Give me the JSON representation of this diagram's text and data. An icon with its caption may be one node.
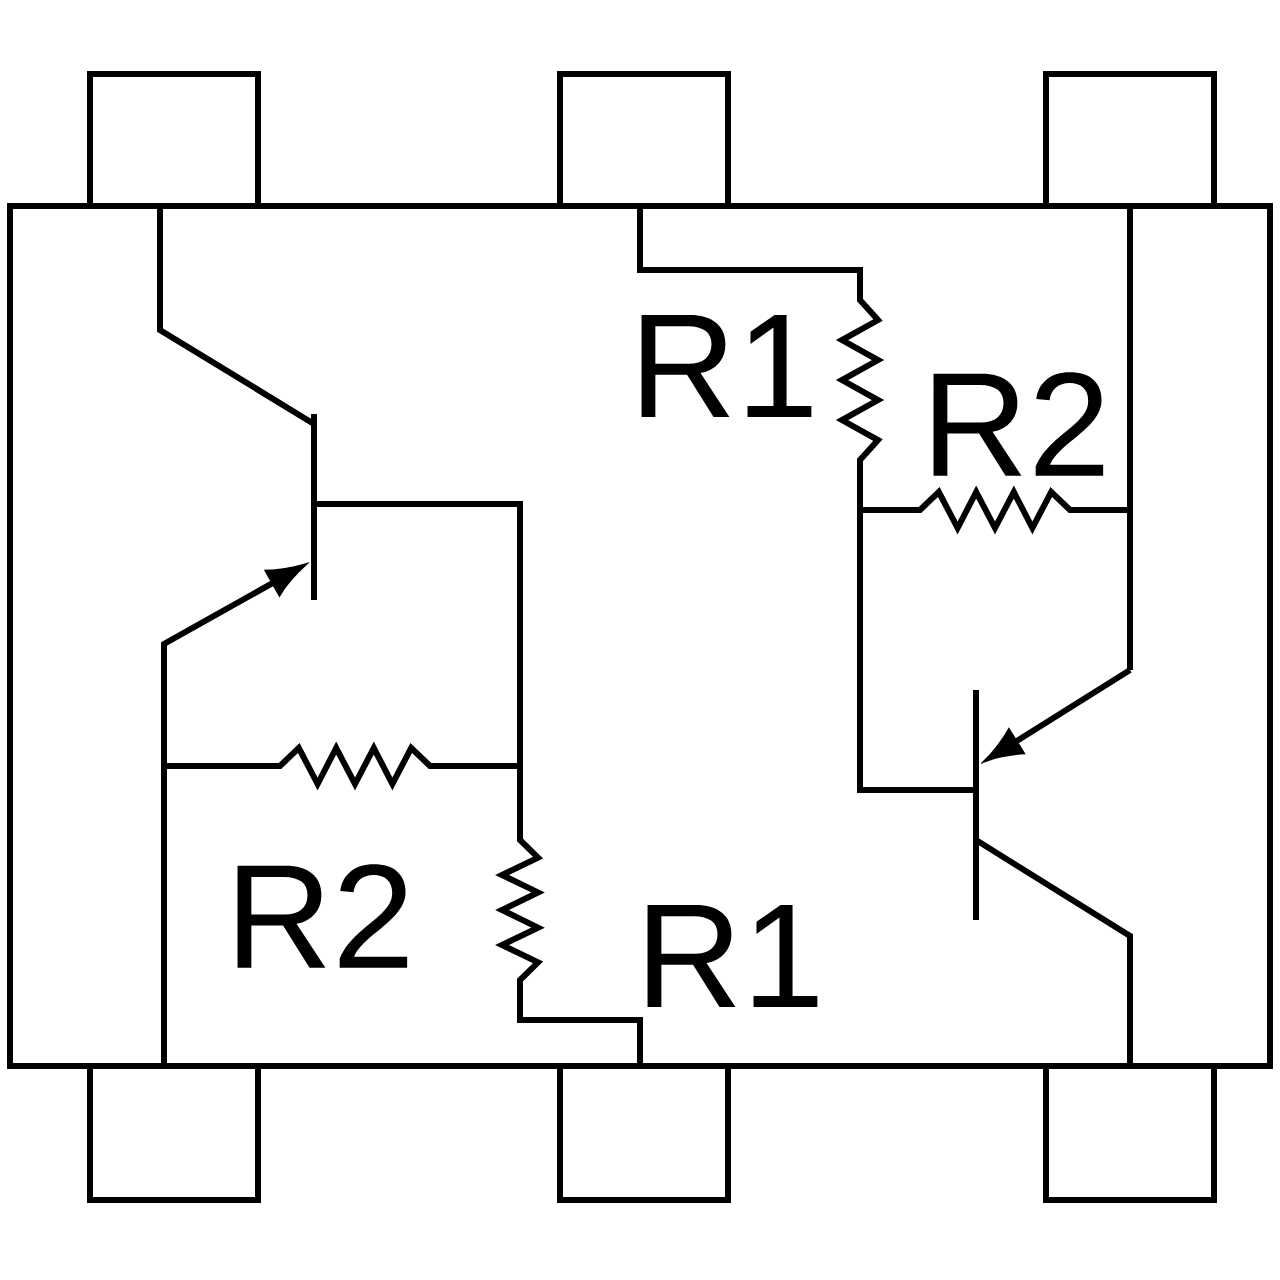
{
  "diagram": {
    "labels": [
      "R1",
      "R2",
      "R2",
      "R1"
    ]
  }
}
